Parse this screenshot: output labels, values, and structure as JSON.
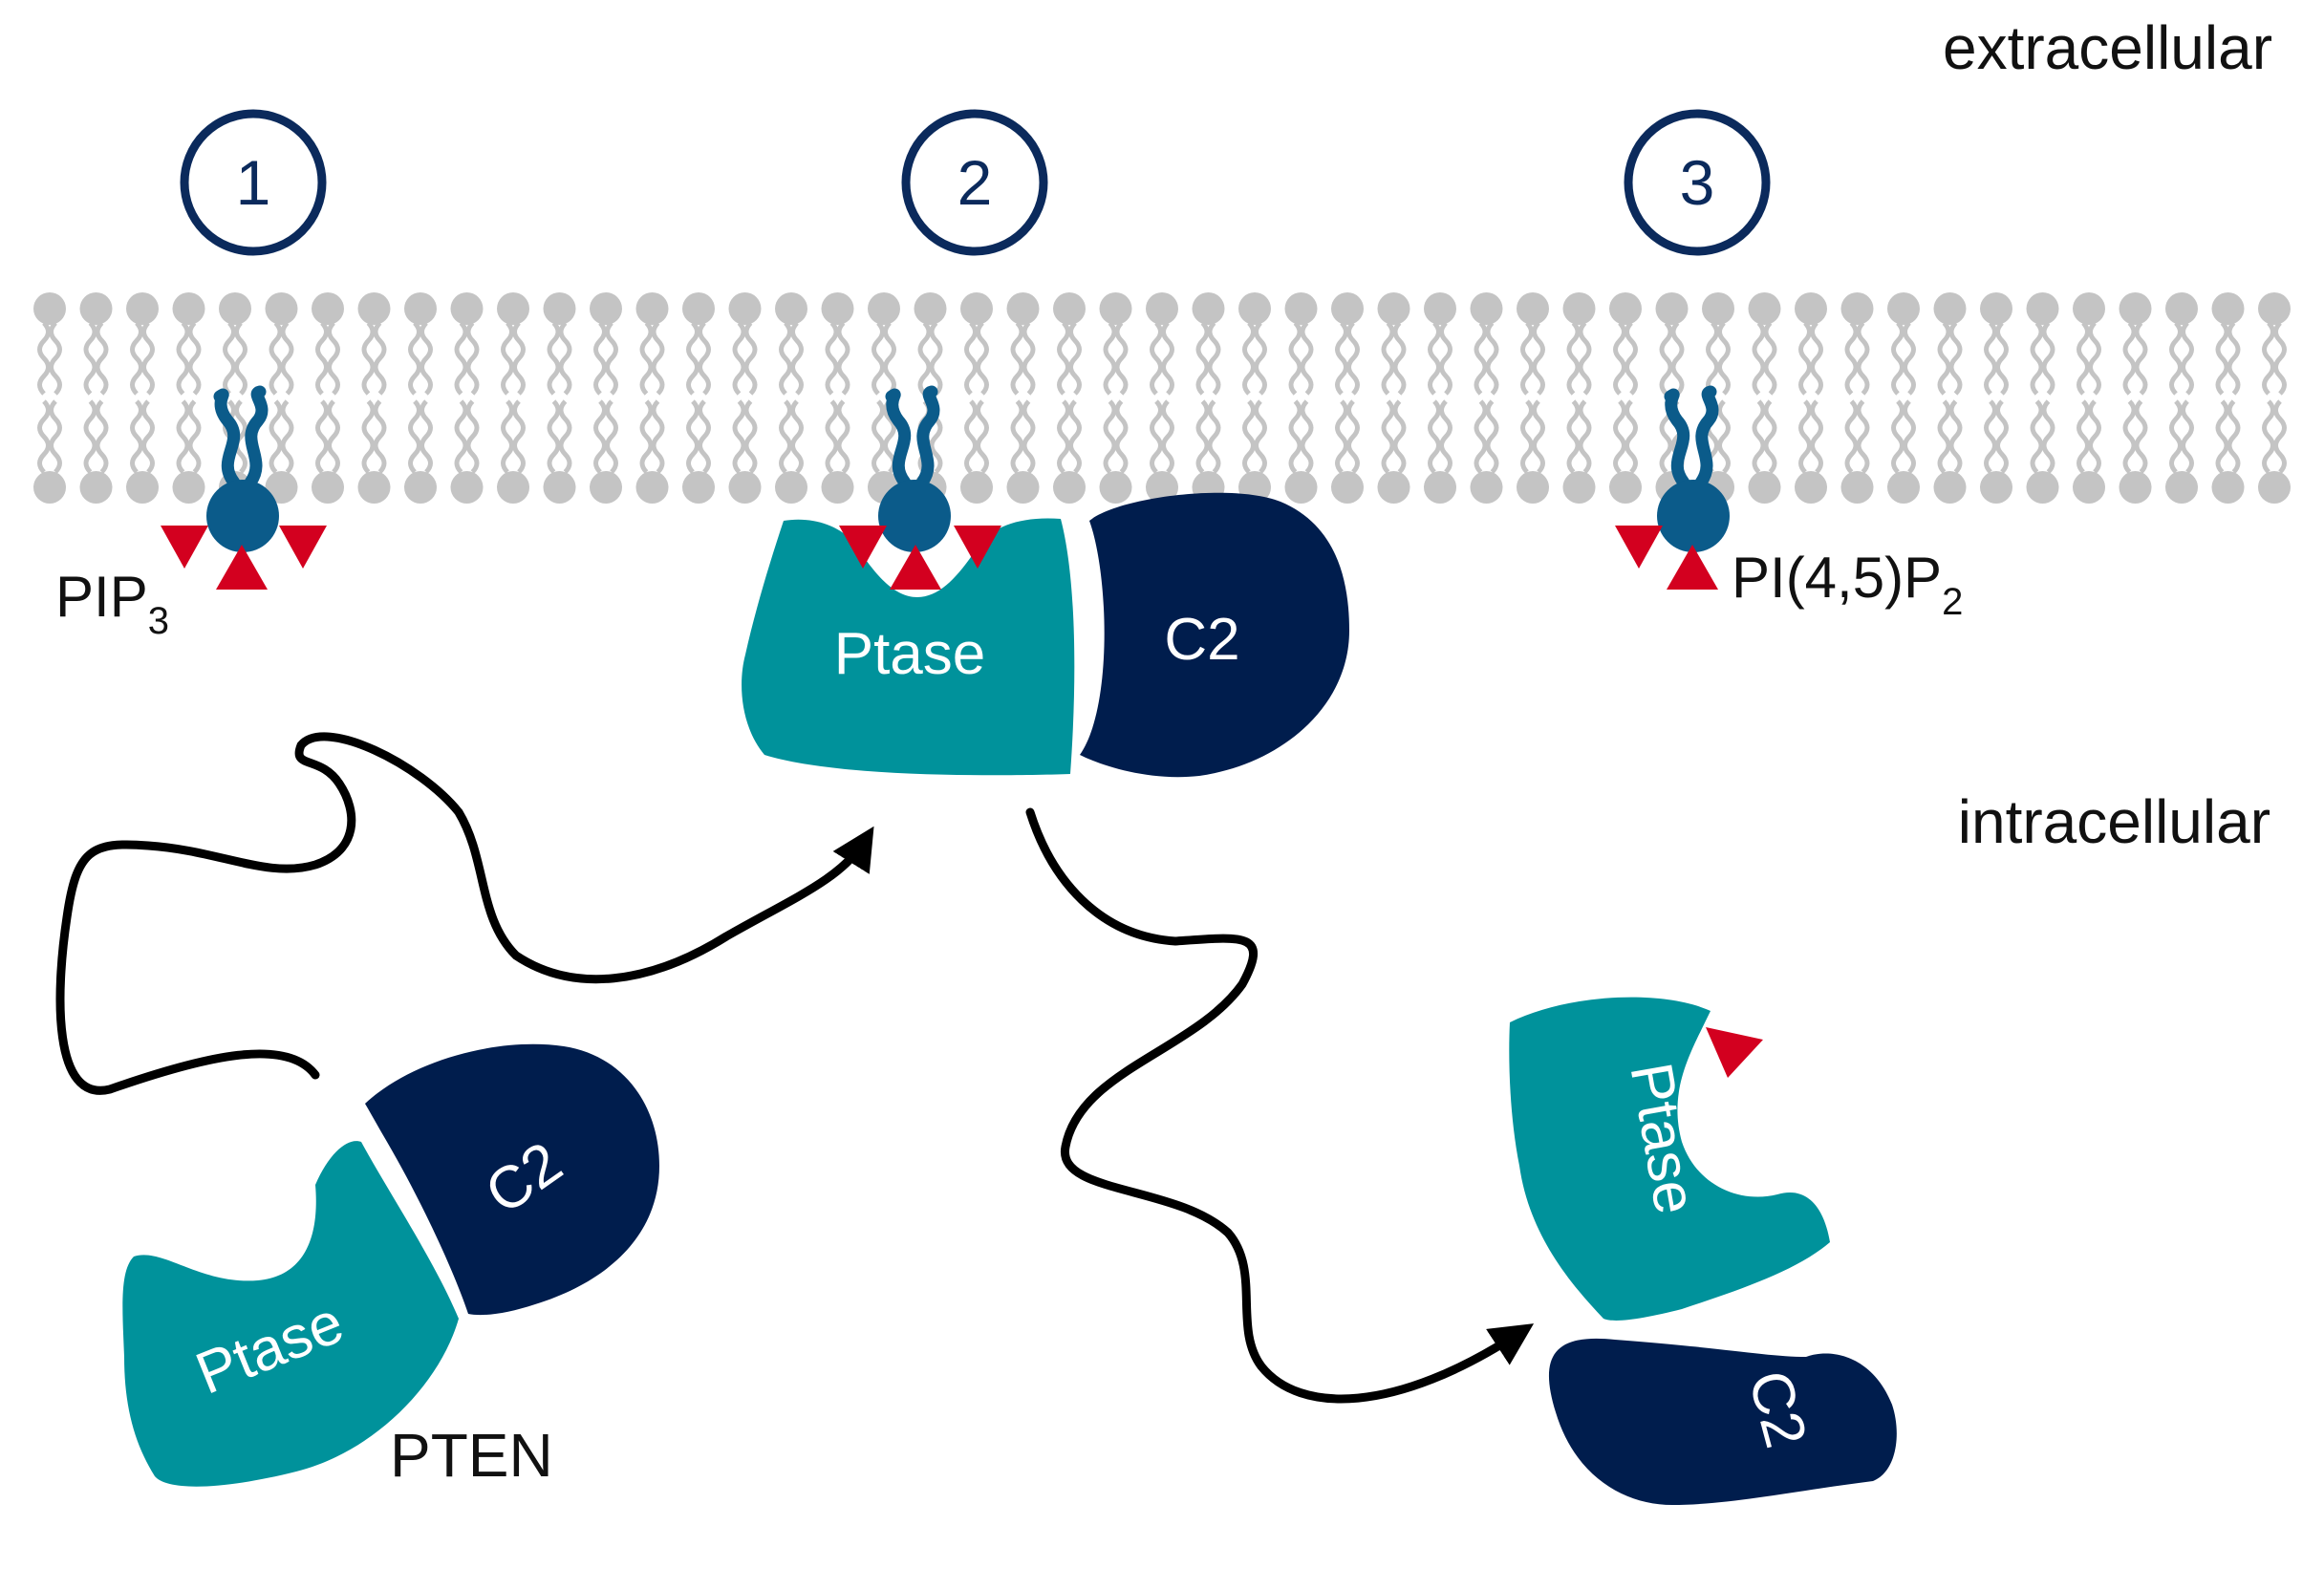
{
  "labels": {
    "extracellular": "extracellular",
    "intracellular": "intracellular",
    "pip3_main": "PIP",
    "pip3_sub": "3",
    "pip2_main": "PI(4,5)P",
    "pip2_sub": "2",
    "pten": "PTEN"
  },
  "steps": [
    "1",
    "2",
    "3"
  ],
  "domains": {
    "ptase": "Ptase",
    "c2": "C2"
  },
  "colors": {
    "membrane": "#c4c4c4",
    "lipid_head": "#0b5b8a",
    "phosphate": "#d3001f",
    "ptase": "#00929b",
    "c2": "#001d4d",
    "step_circle": "#0b2a5c",
    "path": "#000000"
  },
  "icons": {
    "lipid": "phosphoinositide-lipid-icon",
    "phosphate": "phosphate-triangle-icon",
    "arrow": "arrow-head-icon"
  }
}
